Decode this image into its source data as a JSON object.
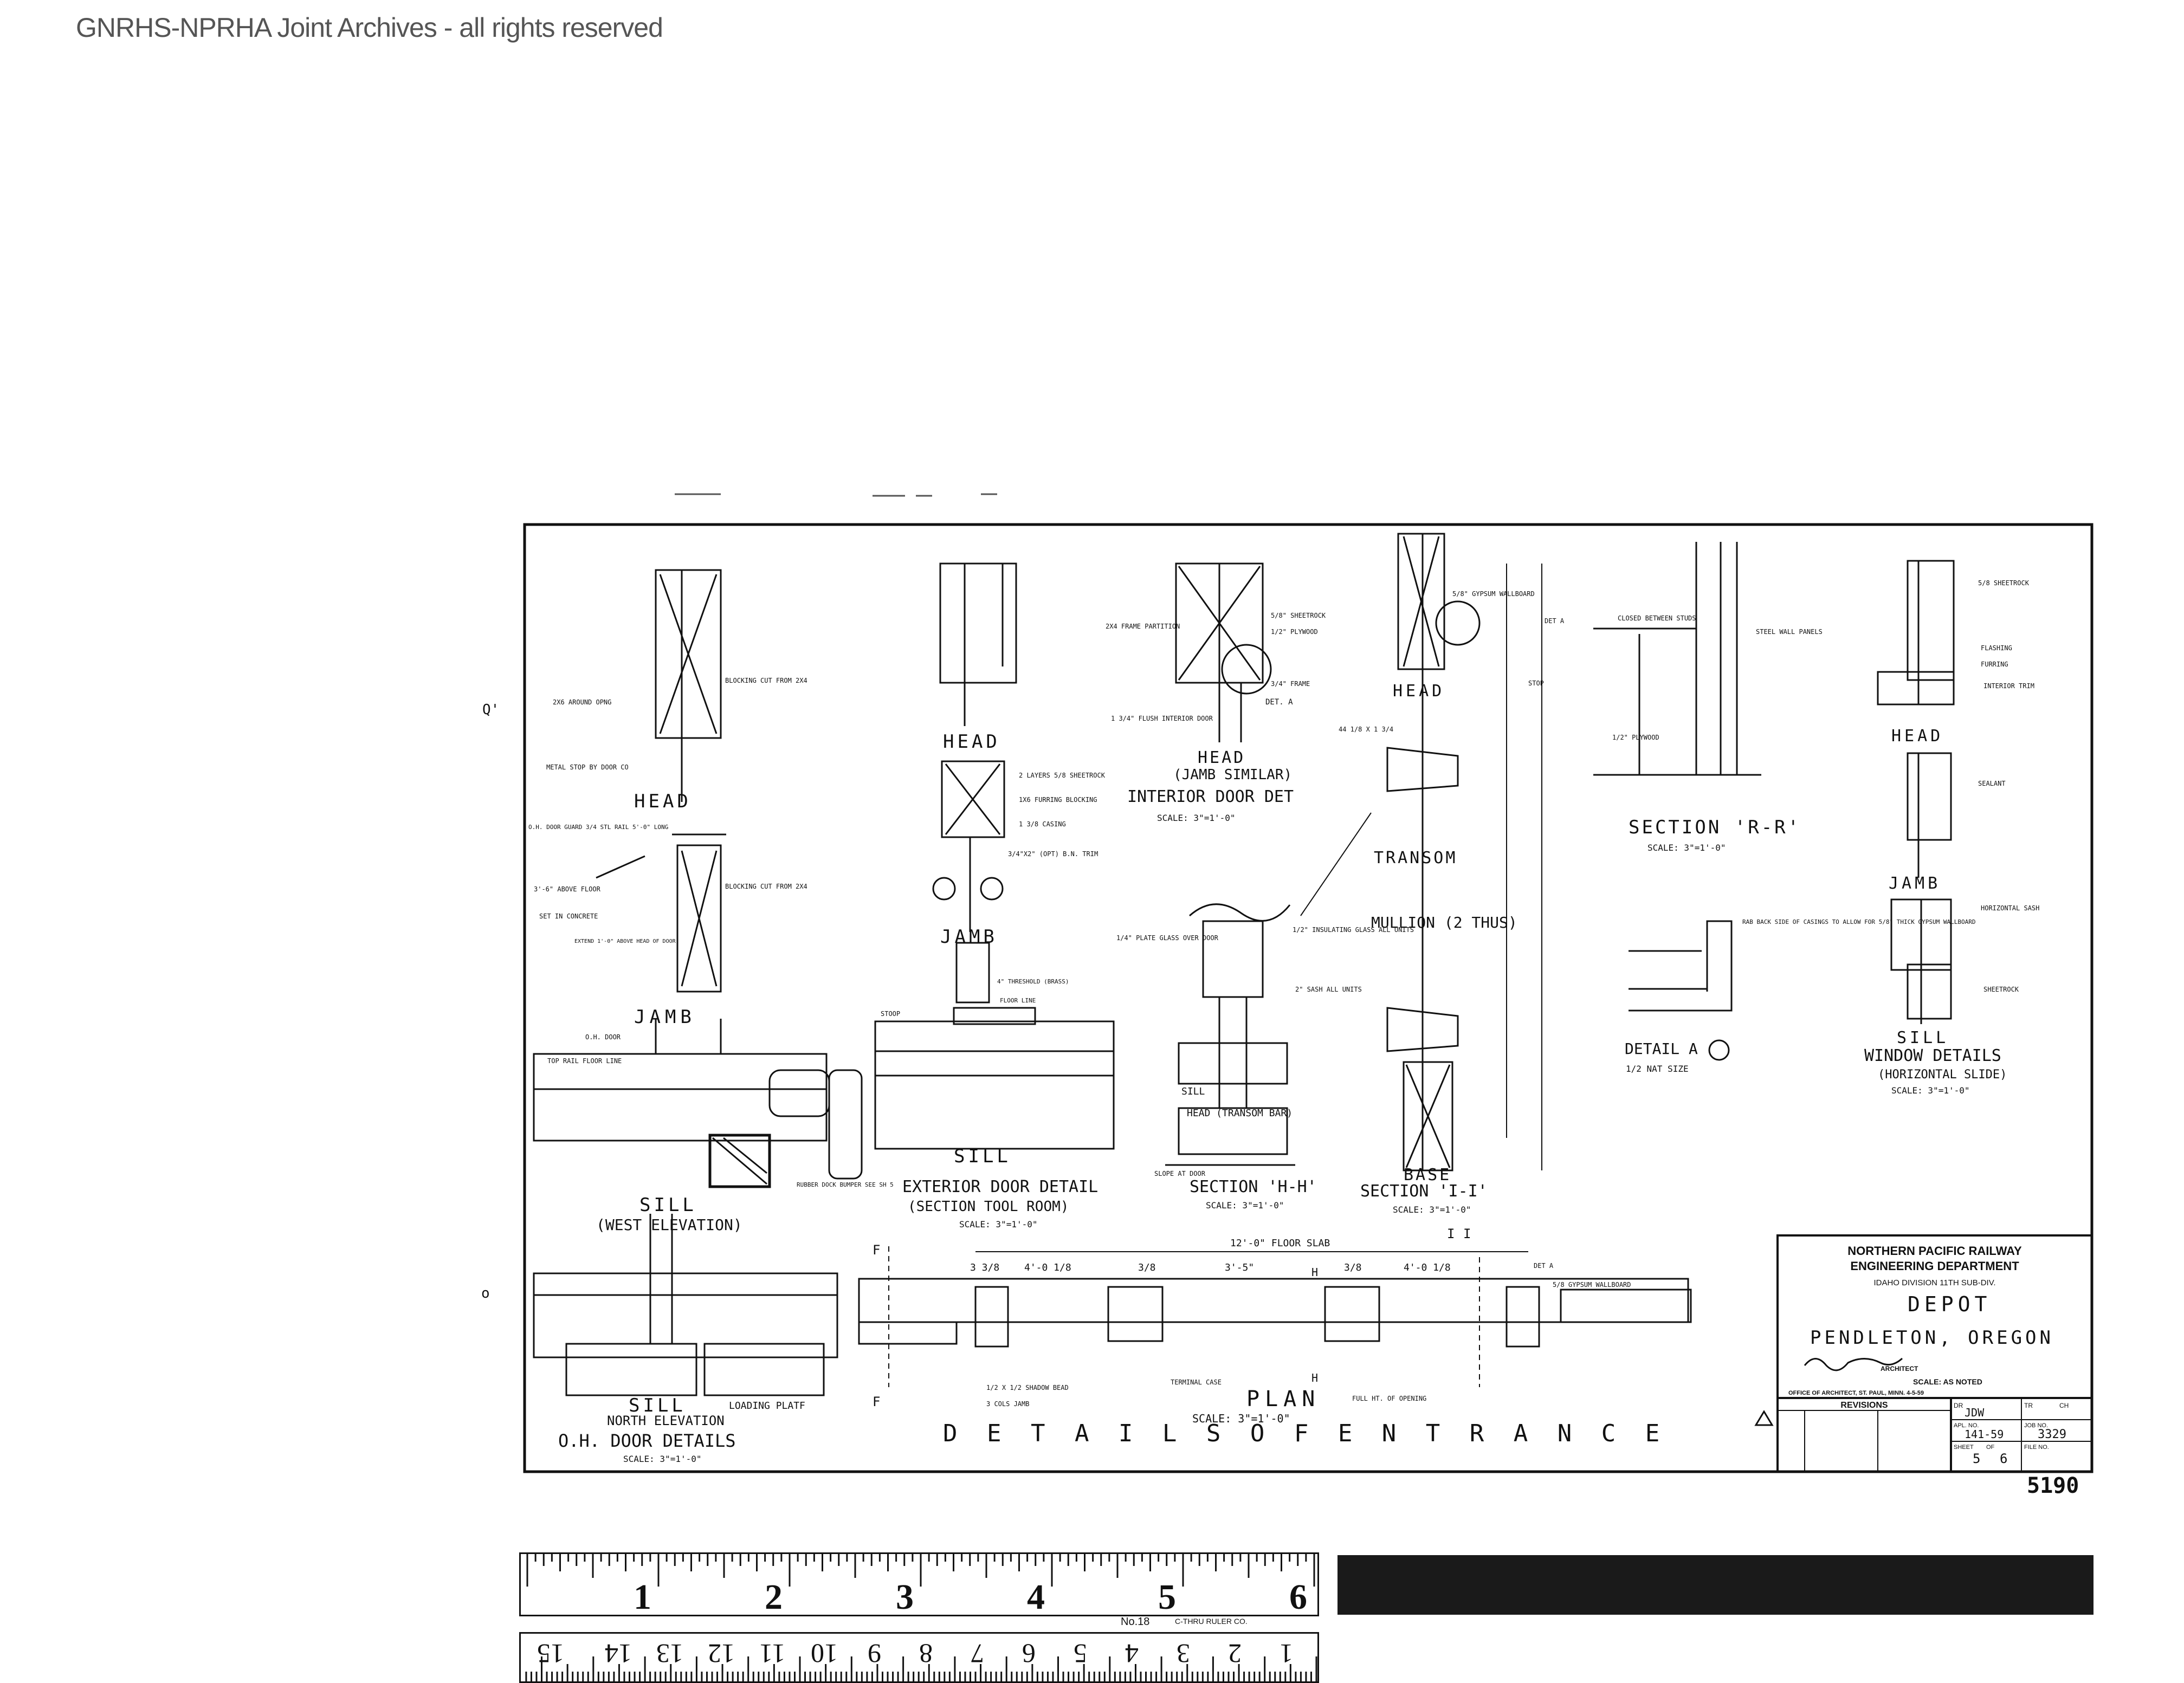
{
  "header": {
    "archive_notice": "GNRHS-NPRHA Joint Archives - all rights reserved"
  },
  "margin_marks": {
    "left_mark_upper": "Q'",
    "left_mark_lower": "o"
  },
  "drawing": {
    "sheet_number_handwritten": "5190",
    "overall_title": "D E T A I L S   O F   E N T R A N C E",
    "oh_door": {
      "head_label": "HEAD",
      "jamb_label": "JAMB",
      "sill_label": "SILL",
      "sill_sub": "(WEST ELEVATION)",
      "sill2_label": "SILL",
      "loading_platf": "LOADING PLATF",
      "north_elev": "NORTH ELEVATION",
      "title": "O.H. DOOR DETAILS",
      "scale": "SCALE: 3\"=1'-0\"",
      "notes": [
        "2X6 AROUND OPNG",
        "BLOCKING CUT FROM 2X4",
        "METAL STOP BY DOOR CO",
        "O.H. DOOR GUARD 3/4 STL RAIL 5'-0\" LONG",
        "3'-6\" ABOVE FLOOR",
        "SET IN CONCRETE",
        "EXTEND 1'-0\" ABOVE HEAD OF DOOR",
        "BLOCKING CUT FROM 2X4",
        "O.H. DOOR",
        "TOP RAIL FLOOR LINE",
        "RUBBER DOCK BUMPER SEE SH 5"
      ]
    },
    "exterior_door": {
      "head_label": "HEAD",
      "jamb_label": "JAMB",
      "sill_label": "SILL",
      "title": "EXTERIOR DOOR DETAIL",
      "sub": "(SECTION TOOL ROOM)",
      "scale": "SCALE: 3\"=1'-0\"",
      "notes": [
        "2 LAYERS 5/8 SHEETROCK",
        "1X6 FURRING BLOCKING",
        "1 3/8 CASING",
        "3/4\"X2\" (OPT) B.N. TRIM",
        "4\" THRESHOLD (BRASS)",
        "FLOOR LINE",
        "STOOP"
      ]
    },
    "interior_door": {
      "head_label": "HEAD",
      "sub": "(JAMB SIMILAR)",
      "title": "INTERIOR DOOR DET",
      "scale": "SCALE: 3\"=1'-0\"",
      "notes": [
        "2X4 FRAME PARTITION",
        "1 3/4\" FLUSH INTERIOR DOOR",
        "DET. A",
        "3/4\" FRAME",
        "5/8\" SHEETROCK",
        "1/2\" PLYWOOD"
      ]
    },
    "section_hh": {
      "labels": [
        "HEAD (TRANSOM BAR)",
        "SILL"
      ],
      "title": "SECTION 'H-H'",
      "scale": "SCALE: 3\"=1'-0\"",
      "notes": [
        "1/4\" PLATE GLASS OVER DOOR",
        "2\" SASH ALL UNITS",
        "1/2\" INSULATING GLASS ALL UNITS",
        "SLOPE AT DOOR"
      ]
    },
    "section_ii": {
      "labels": [
        "HEAD",
        "TRANSOM",
        "MULLION (2 THUS)",
        "BASE"
      ],
      "title": "SECTION 'I-I'",
      "scale": "SCALE: 3\"=1'-0\"",
      "notes": [
        "5/8\" GYPSUM WALLBOARD",
        "DET A",
        "STOP",
        "44 1/8 X 1 3/4"
      ]
    },
    "section_rr": {
      "title": "SECTION 'R-R'",
      "scale": "SCALE: 3\"=1'-0\"",
      "notes": [
        "CLOSED BETWEEN STUDS",
        "STEEL WALL PANELS",
        "1/2\" PLYWOOD"
      ]
    },
    "detail_a": {
      "title": "DETAIL A",
      "scale": "1/2 NAT SIZE",
      "note": "RAB BACK SIDE OF CASINGS TO ALLOW FOR 5/8\" THICK GYPSUM WALLBOARD"
    },
    "window": {
      "head_label": "HEAD",
      "jamb_label": "JAMB",
      "sill_label": "SILL",
      "title": "WINDOW DETAILS",
      "sub": "(HORIZONTAL SLIDE)",
      "scale": "SCALE: 3\"=1'-0\"",
      "notes": [
        "5/8 SHEETROCK",
        "FLASHING",
        "FURRING",
        "INTERIOR TRIM",
        "SEALANT",
        "HORIZONTAL SASH",
        "SHEETROCK"
      ]
    },
    "plan": {
      "title": "PLAN",
      "scale": "SCALE: 3\"=1'-0\"",
      "dims": [
        "3 3/8",
        "4'-0 1/8",
        "3/8",
        "3'-5\"",
        "3/8",
        "4'-0 1/8",
        "12'-0\" FLOOR SLAB"
      ],
      "notes": [
        "5/8 GYPSUM WALLBOARD",
        "DET A",
        "FULL HT. OF OPENING",
        "1/2 X 1/2 SHADOW BEAD",
        "3 COLS JAMB",
        "TERMINAL CASE"
      ],
      "section_marks": [
        "F",
        "F",
        "H",
        "H",
        "I",
        "I"
      ]
    }
  },
  "title_block": {
    "company": "NORTHERN PACIFIC RAILWAY",
    "department": "ENGINEERING DEPARTMENT",
    "division": "IDAHO DIVISION 11TH SUB-DIV.",
    "building": "DEPOT",
    "location": "PENDLETON, OREGON",
    "architect_label": "ARCHITECT",
    "scale": "SCALE: AS NOTED",
    "office": "OFFICE OF ARCHITECT, ST. PAUL, MINN. 4-5-59",
    "revisions_label": "REVISIONS",
    "dr": "DR",
    "dr_val": "JDW",
    "tr": "TR",
    "ch": "CH",
    "apl_no": "APL. NO.",
    "apl_val": "141-59",
    "job_no": "JOB NO.",
    "job_val": "3329",
    "sheet": "SHEET",
    "sheet_val": "5",
    "of": "OF",
    "of_val": "6",
    "file_no": "FILE NO."
  },
  "ruler": {
    "top_numbers": [
      "1",
      "2",
      "3",
      "4",
      "5",
      "6"
    ],
    "bottom_numbers": [
      "1",
      "2",
      "3",
      "4",
      "5",
      "6",
      "7",
      "8",
      "9",
      "10",
      "11",
      "12",
      "13",
      "14",
      "15"
    ],
    "model": "No.18",
    "brand": "C-THRU RULER CO."
  }
}
